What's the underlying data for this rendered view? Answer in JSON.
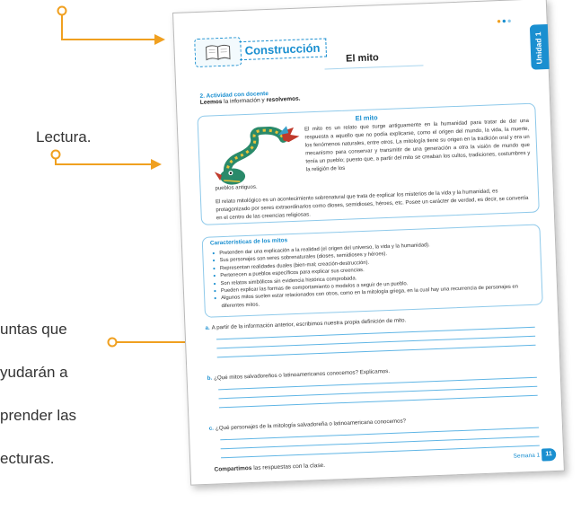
{
  "callouts": {
    "lectura": "Lectura.",
    "preguntas_lines": [
      "untas que",
      "yudarán a",
      "prender las",
      "ecturas."
    ]
  },
  "page": {
    "unit_tab": "Unidad 1",
    "section_title": "Construcción",
    "main_title": "El mito",
    "activity_label": "2. Actividad con docente",
    "activity_instruction_bold1": "Leemos",
    "activity_instruction_mid": " la información y ",
    "activity_instruction_bold2": "resolvemos.",
    "reading": {
      "title": "El mito",
      "p1": "El mito es un relato que surge antiguamente en la humanidad para tratar de dar una respuesta a aquello que no podía explicarse, como el origen del mundo, la vida, la muerte, los fenómenos naturales, entre otros. La mitología tiene su origen en la tradición oral y era un mecanismo para conservar y transmitir de una generación a otra la visión de mundo que tenía un pueblo; puesto que, a partir del mito se creaban los cultos, tradiciones, costumbres y la religión de los",
      "p1_end": "pueblos antiguos.",
      "p2": "El relato mitológico es un acontecimiento sobrenatural que trata de explicar los misterios de la vida y la humanidad, es protagonizado por seres extraordinarios como dioses, semidioses, héroes, etc. Posee un carácter de verdad, es decir, se convertía en el centro de las creencias religiosas."
    },
    "characteristics": {
      "title": "Características de los mitos",
      "items": [
        "Pretenden dar una explicación a la realidad (el origen del universo, la vida y la humanidad).",
        "Sus personajes son seres sobrenaturales (dioses, semidioses y héroes).",
        "Representan realidades duales (bien-mal; creación-destrucción).",
        "Pertenecen a pueblos específicos para explicar sus creencias.",
        "Son relatos simbólicos sin evidencia histórica comprobada.",
        "Pueden explicar las formas de comportamiento o modelos a seguir de un pueblo.",
        "Algunos mitos suelen estar relacionados con otros, como en la mitología griega, en la cual hay una recurrencia de personajes en diferentes mitos."
      ]
    },
    "questions": [
      {
        "letter": "a.",
        "text": "A partir de la información anterior, escribimos nuestra propia definición de mito."
      },
      {
        "letter": "b.",
        "text": "¿Qué mitos salvadoreños o latinoamericanos conocemos? Explicamos."
      },
      {
        "letter": "c.",
        "text": "¿Qué personajes de la mitología salvadoreña o latinoamericana conocemos?"
      }
    ],
    "footer": {
      "compartimos_bold": "Compartimos",
      "compartimos_rest": " las respuestas con la clase.",
      "semana": "Semana 1",
      "page_number": "11"
    }
  },
  "colors": {
    "accent_blue": "#1a8fd0",
    "callout_orange": "#f0a020"
  }
}
